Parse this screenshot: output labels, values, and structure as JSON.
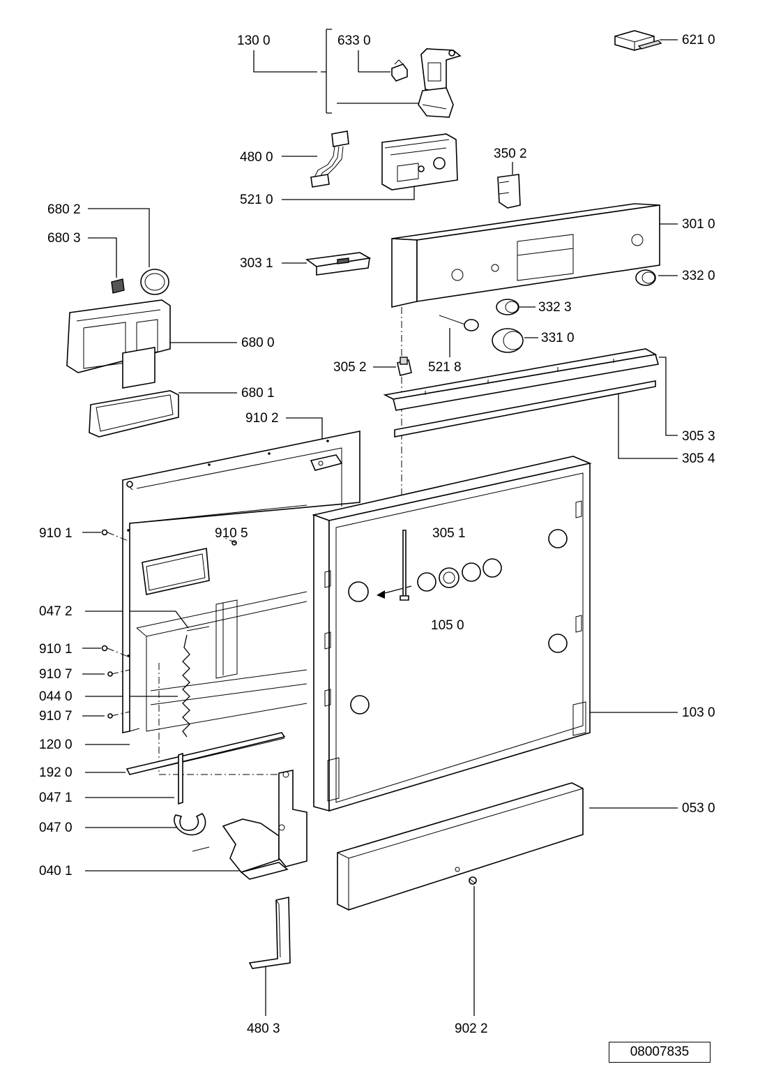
{
  "labels": {
    "p1300": "130 0",
    "p6330": "633 0",
    "p6210": "621 0",
    "p4800": "480 0",
    "p5210": "521 0",
    "p3502": "350 2",
    "p3010": "301 0",
    "p6802": "680 2",
    "p6803": "680 3",
    "p3031": "303 1",
    "p3320": "332 0",
    "p3323": "332 3",
    "p6800": "680 0",
    "p3310": "331 0",
    "p3052": "305 2",
    "p5218": "521 8",
    "p6801": "680 1",
    "p9102": "910 2",
    "p3053": "305 3",
    "p3054": "305 4",
    "p9101a": "910 1",
    "p9105": "910 5",
    "p3051": "305 1",
    "p0472": "047 2",
    "p1050": "105 0",
    "p9101b": "910 1",
    "p9107a": "910 7",
    "p0440": "044 0",
    "p9107b": "910 7",
    "p1030": "103 0",
    "p1200": "120 0",
    "p1920": "192 0",
    "p0471": "047 1",
    "p0530": "053 0",
    "p0470": "047 0",
    "p0401": "040 1",
    "p4803": "480 3",
    "p9022": "902 2"
  },
  "reference_number": "08007835"
}
